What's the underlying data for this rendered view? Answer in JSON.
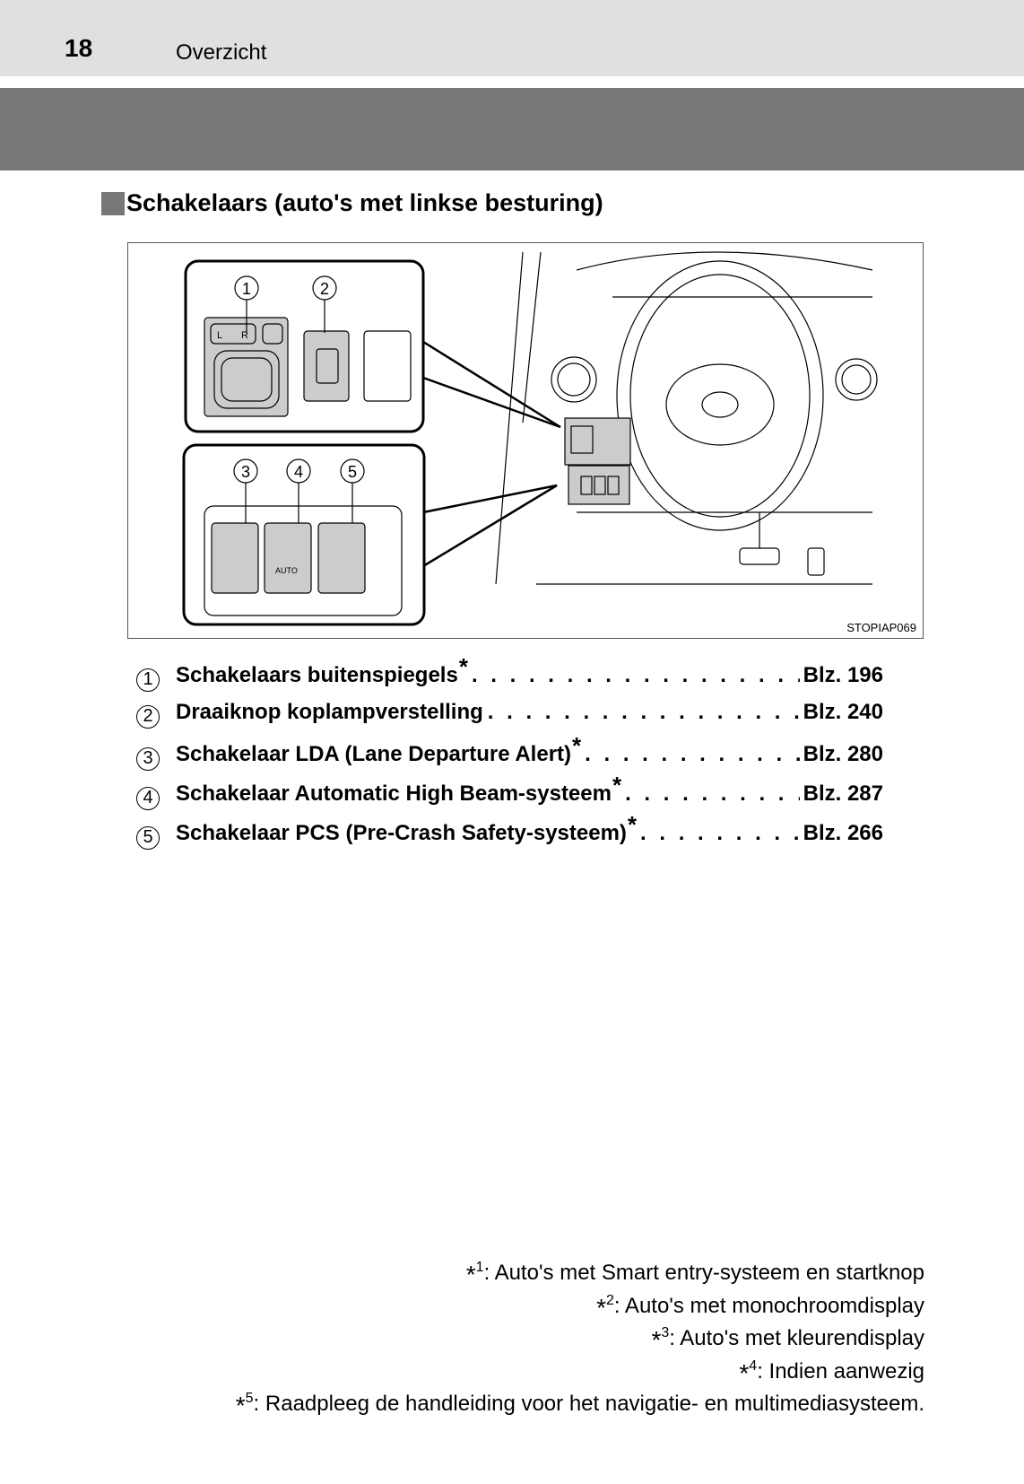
{
  "header": {
    "page_number": "18",
    "section": "Overzicht"
  },
  "heading": "Schakelaars (auto's met linkse besturing)",
  "figure": {
    "id": "STOPIAP069",
    "callouts": [
      "1",
      "2",
      "3",
      "4",
      "5"
    ],
    "mirror_switch_labels": [
      "L",
      "R"
    ],
    "button_label_auto": "AUTO"
  },
  "items": [
    {
      "num": "1",
      "label": "Schakelaars buitenspiegels",
      "star": "*",
      "page": "Blz. 196"
    },
    {
      "num": "2",
      "label": "Draaiknop koplampverstelling",
      "star": "",
      "page": "Blz. 240"
    },
    {
      "num": "3",
      "label": "Schakelaar LDA (Lane Departure Alert)",
      "star": "*",
      "page": "Blz. 280"
    },
    {
      "num": "4",
      "label": "Schakelaar Automatic High Beam-systeem",
      "star": "*",
      "page": "Blz. 287"
    },
    {
      "num": "5",
      "label": "Schakelaar PCS (Pre-Crash Safety-systeem)",
      "star": "*",
      "page": "Blz. 266"
    }
  ],
  "footnotes": [
    {
      "mark": "*",
      "n": "1",
      "text": ": Auto's met Smart entry-systeem en startknop"
    },
    {
      "mark": "*",
      "n": "2",
      "text": ": Auto's met monochroomdisplay"
    },
    {
      "mark": "*",
      "n": "3",
      "text": ": Auto's met kleurendisplay"
    },
    {
      "mark": "*",
      "n": "4",
      "text": ": Indien aanwezig"
    },
    {
      "mark": "*",
      "n": "5",
      "text": ": Raadpleeg de handleiding voor het navigatie- en multimediasysteem."
    }
  ]
}
